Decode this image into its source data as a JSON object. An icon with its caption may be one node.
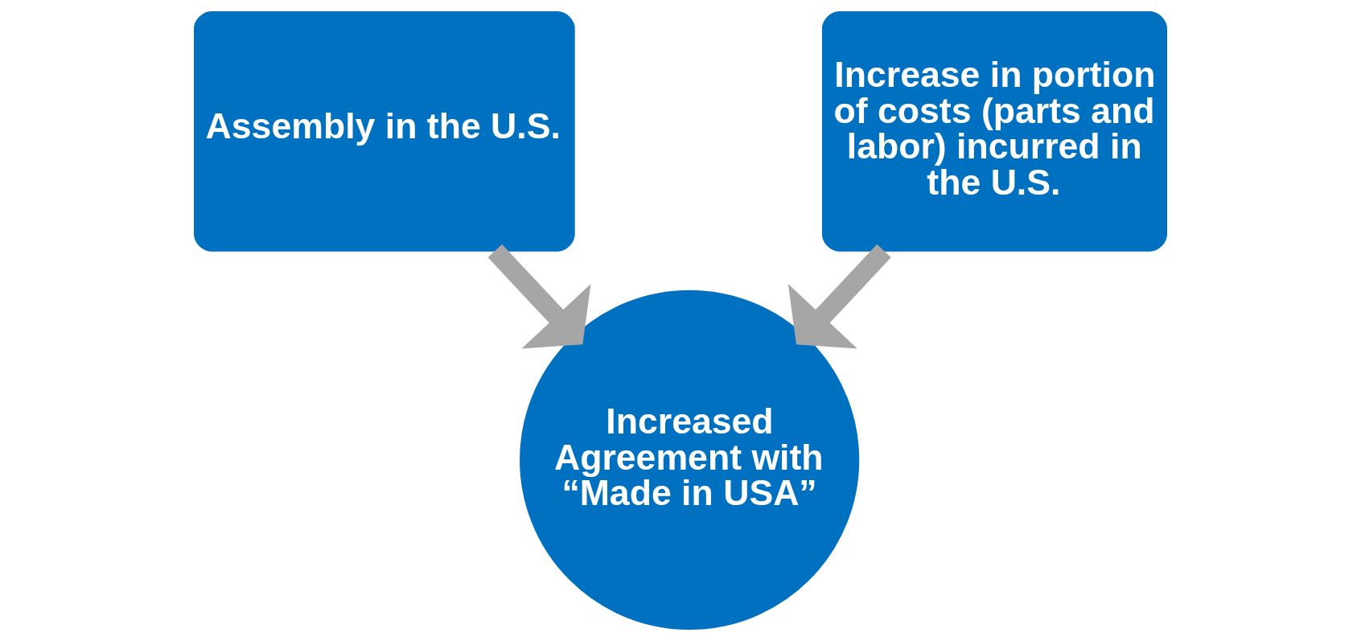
{
  "diagram": {
    "nodes": [
      {
        "text": [
          "Assembly in the U.S."
        ]
      },
      {
        "text": [
          "Increased Agreement with “Made in USA”"
        ]
      },
      {
        "text": [
          "Increase in portion of costs (parts and labor) incurred in the U.S."
        ]
      }
    ],
    "edges": [
      {
        "from": 0,
        "to": 1,
        "arrow": "to"
      },
      {
        "from": 2,
        "to": 1,
        "arrow": "to"
      }
    ]
  }
}
